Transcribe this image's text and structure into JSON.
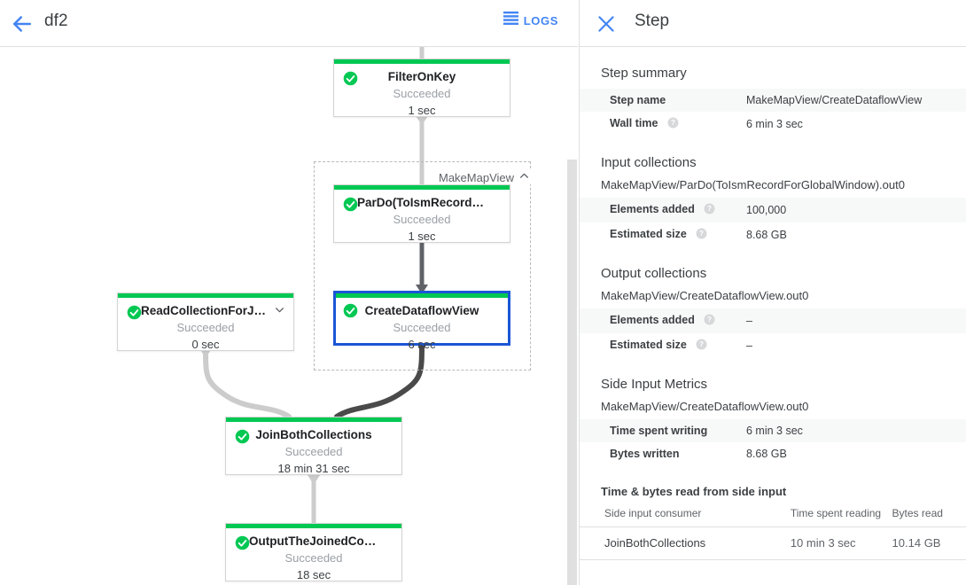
{
  "graph_toolbar": {
    "back_icon": "arrow-left-icon",
    "job_name": "df2",
    "logs_icon": "logs-icon",
    "logs_label": "LOGS"
  },
  "graph": {
    "group": {
      "label": "MakeMapView",
      "collapse_icon": "chevron-up-icon"
    },
    "nodes": [
      {
        "id": "filter-on-key",
        "name": "FilterOnKey",
        "status": "Succeeded",
        "time": "1 sec",
        "status_icon": "check-circle-icon",
        "selected": false,
        "has_chevron": false
      },
      {
        "id": "pardo-toismrecordfor",
        "name": "ParDo(ToIsmRecordFor…",
        "status": "Succeeded",
        "time": "1 sec",
        "status_icon": "check-circle-icon",
        "selected": false,
        "has_chevron": false
      },
      {
        "id": "create-dataflow-view",
        "name": "CreateDataflowView",
        "status": "Succeeded",
        "time": "6 sec",
        "status_icon": "check-circle-icon",
        "selected": true,
        "has_chevron": false
      },
      {
        "id": "read-collection-for-join",
        "name": "ReadCollectionForJoin",
        "status": "Succeeded",
        "time": "0 sec",
        "status_icon": "check-circle-icon",
        "selected": false,
        "has_chevron": true,
        "chevron_icon": "chevron-down-icon"
      },
      {
        "id": "join-both-collections",
        "name": "JoinBothCollections",
        "status": "Succeeded",
        "time": "18 min 31 sec",
        "status_icon": "check-circle-icon",
        "selected": false,
        "has_chevron": false
      },
      {
        "id": "output-the-joined-collec",
        "name": "OutputTheJoinedCollec…",
        "status": "Succeeded",
        "time": "18 sec",
        "status_icon": "check-circle-icon",
        "selected": false,
        "has_chevron": false
      }
    ]
  },
  "panel": {
    "close_icon": "close-icon",
    "title": "Step",
    "step_summary": {
      "heading": "Step summary",
      "rows": [
        {
          "key": "Step name",
          "value": "MakeMapView/CreateDataflowView",
          "help": false
        },
        {
          "key": "Wall time",
          "value": "6 min 3 sec",
          "help": true
        }
      ]
    },
    "input_collections": {
      "heading": "Input collections",
      "collection": "MakeMapView/ParDo(ToIsmRecordForGlobalWindow).out0",
      "rows": [
        {
          "key": "Elements added",
          "value": "100,000",
          "help": true
        },
        {
          "key": "Estimated size",
          "value": "8.68 GB",
          "help": true
        }
      ]
    },
    "output_collections": {
      "heading": "Output collections",
      "collection": "MakeMapView/CreateDataflowView.out0",
      "rows": [
        {
          "key": "Elements added",
          "value": "–",
          "help": true
        },
        {
          "key": "Estimated size",
          "value": "–",
          "help": true
        }
      ]
    },
    "side_input_metrics": {
      "heading": "Side Input Metrics",
      "collection": "MakeMapView/CreateDataflowView.out0",
      "rows": [
        {
          "key": "Time spent writing",
          "value": "6 min 3 sec",
          "help": false
        },
        {
          "key": "Bytes written",
          "value": "8.68 GB",
          "help": false
        }
      ]
    },
    "side_input_reads": {
      "heading": "Time & bytes read from side input",
      "columns": [
        "Side input consumer",
        "Time spent reading",
        "Bytes read"
      ],
      "rows": [
        [
          "JoinBothCollections",
          "10 min 3 sec",
          "10.14 GB"
        ]
      ]
    }
  },
  "colors": {
    "accent_blue": "#4285f4",
    "selected_border": "#1a56d6",
    "success_green": "#00c853",
    "edge_gray": "#cccccc",
    "edge_dark": "#5f6368"
  }
}
